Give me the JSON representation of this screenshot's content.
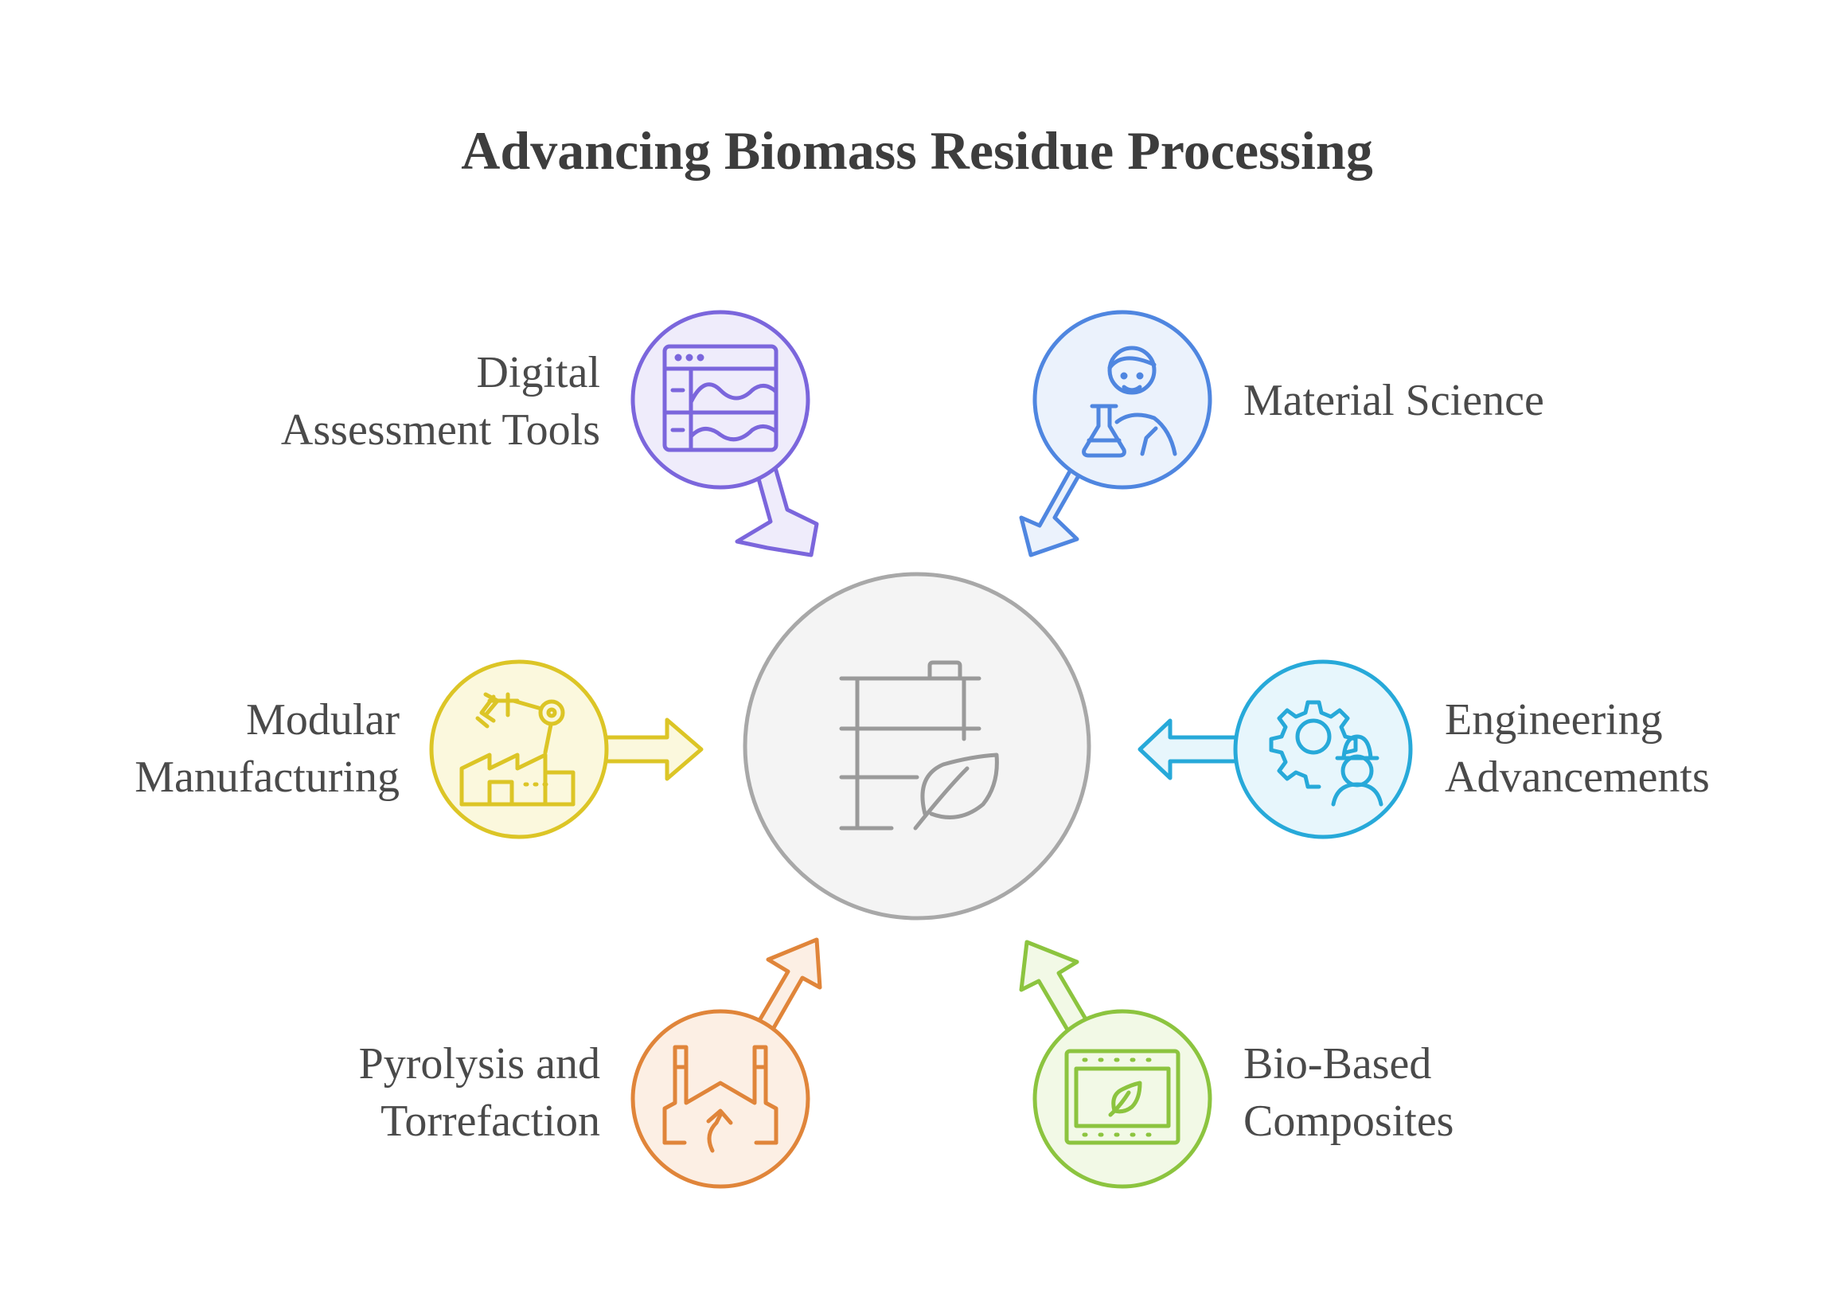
{
  "title": "Advancing Biomass Residue Processing",
  "center": {
    "icon": "biomass-rack-leaf-icon"
  },
  "items": [
    {
      "lines": [
        "Digital",
        "Assessment Tools"
      ],
      "icon": "dashboard-waves-icon",
      "color": "#7b66dc",
      "fill": "#efecfb"
    },
    {
      "lines": [
        "Material Science"
      ],
      "icon": "scientist-flask-icon",
      "color": "#4f86e0",
      "fill": "#ebf2fc"
    },
    {
      "lines": [
        "Modular",
        "Manufacturing"
      ],
      "icon": "factory-robot-arm-icon",
      "color": "#dcc526",
      "fill": "#fbf8dd"
    },
    {
      "lines": [
        "Engineering",
        "Advancements"
      ],
      "icon": "gear-engineer-icon",
      "color": "#27a9d9",
      "fill": "#e7f6fc"
    },
    {
      "lines": [
        "Pyrolysis and",
        "Torrefaction"
      ],
      "icon": "chimney-heat-icon",
      "color": "#e0853a",
      "fill": "#fcefe4"
    },
    {
      "lines": [
        "Bio-Based",
        "Composites"
      ],
      "icon": "leaf-panel-icon",
      "color": "#8cc43f",
      "fill": "#f2f9e6"
    }
  ]
}
